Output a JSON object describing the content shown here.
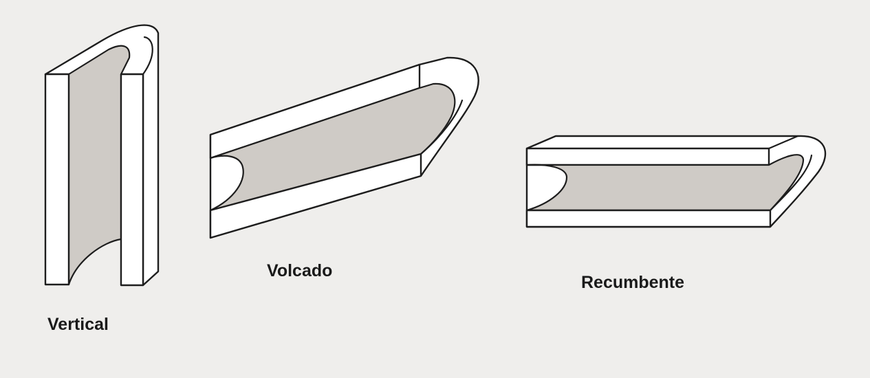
{
  "labels": {
    "vertical": "Vertical",
    "volcado": "Volcado",
    "recumbente": "Recumbente"
  },
  "colors": {
    "background": "#efeeec",
    "layer_face": "#ffffff",
    "fold_core": "#cfcbc6",
    "outline": "#1d1d1d"
  }
}
